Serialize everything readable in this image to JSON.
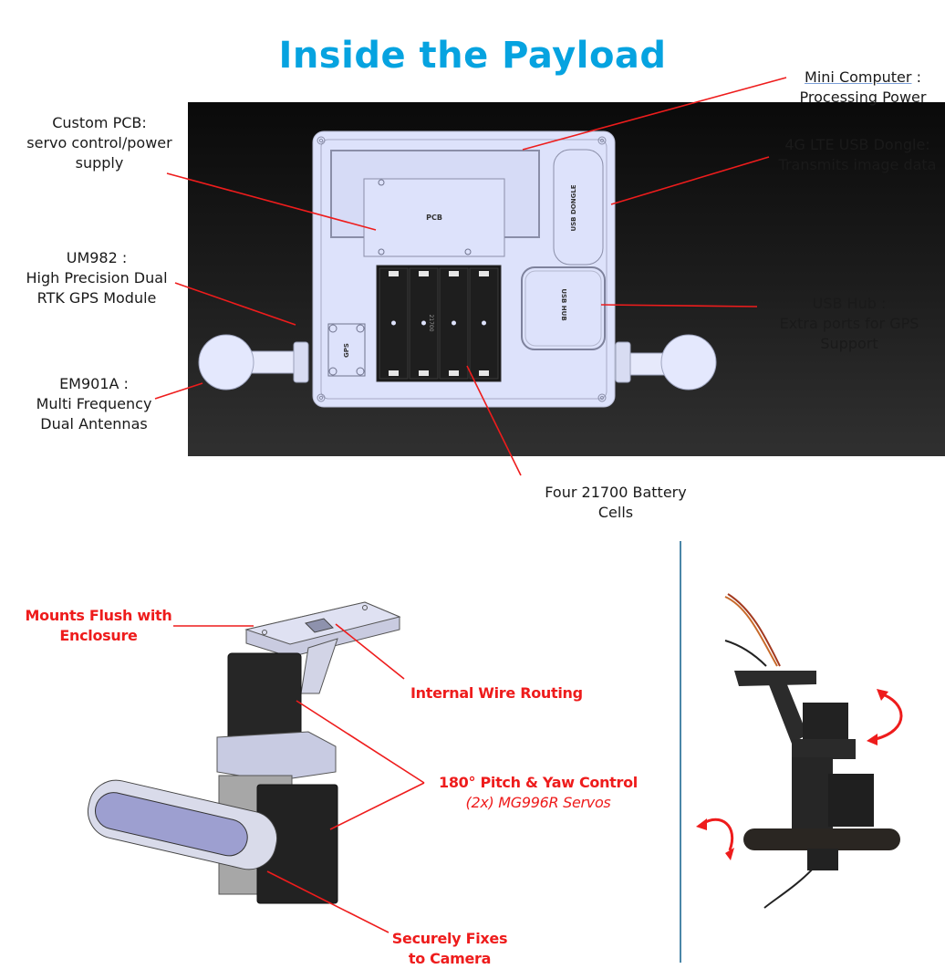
{
  "title": "Inside the Payload",
  "enclosure_labels": {
    "custom_pcb": [
      "Custom PCB:",
      "servo control/power",
      "supply"
    ],
    "um982": [
      "UM982  :",
      "High Precision Dual",
      "RTK GPS Module"
    ],
    "em901a": [
      "EM901A :",
      "Multi Frequency",
      "Dual Antennas"
    ],
    "mini_computer": {
      "name": "Mini Computer",
      "suffix": " :",
      "desc": "Processing Power"
    },
    "lte_dongle": [
      "4G LTE USB Dongle:",
      "Transmits image data"
    ],
    "usb_hub": [
      "USB Hub :",
      "Extra ports for GPS",
      "Support"
    ],
    "battery": [
      "Four 21700 Battery",
      "Cells"
    ]
  },
  "board_silkscreen": {
    "pcb": "PCB",
    "usb_dongle": "USB DONGLE",
    "usb_hub": "USB HUB",
    "gps": "GPS",
    "cell_holder": "21700"
  },
  "gimbal_labels": {
    "mount": [
      "Mounts Flush with",
      "Enclosure"
    ],
    "wire": "Internal Wire Routing",
    "servo_title": "180° Pitch & Yaw Control",
    "servo_sub": "(2x) MG996R Servos",
    "camera": [
      "Securely Fixes",
      "to Camera"
    ]
  },
  "colors": {
    "title": "#06a3e0",
    "callout_line": "#ee1c1c",
    "divider": "#4a86a8",
    "enclosure": "#dde2fb"
  }
}
